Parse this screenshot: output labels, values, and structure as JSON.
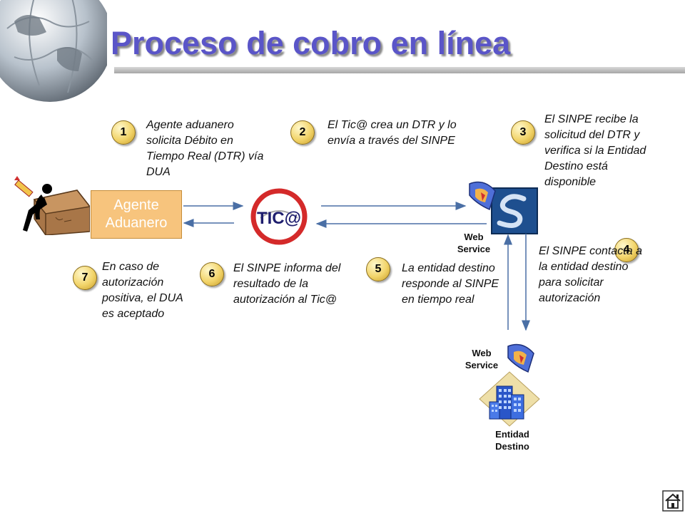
{
  "title": "Proceso de cobro en línea",
  "agente_box": "Agente\nAduanero",
  "steps": [
    {
      "n": "1",
      "text": "Agente aduanero solicita Débito en Tiempo Real (DTR) vía DUA"
    },
    {
      "n": "2",
      "text": "El Tic@ crea un DTR y lo envía a través del SINPE"
    },
    {
      "n": "3",
      "text": "El SINPE recibe la solicitud del DTR y verifica si la Entidad Destino está disponible"
    },
    {
      "n": "4",
      "text": "El SINPE contacta a la entidad destino para solicitar autorización"
    },
    {
      "n": "5",
      "text": "La entidad destino responde al SINPE en tiempo real"
    },
    {
      "n": "6",
      "text": "El SINPE informa del resultado de la autorización al Tic@"
    },
    {
      "n": "7",
      "text": "En caso de autorización positiva, el DUA es aceptado"
    }
  ],
  "labels": {
    "web_service_top": "Web\nService",
    "web_service_bottom": "Web\nService",
    "entidad_destino": "Entidad\nDestino",
    "tica_logo": "TIC@"
  },
  "colors": {
    "title": "#5a55c8",
    "badge": "#f2d46a",
    "agente_box": "#f7c47d",
    "arrow": "#4a6fa5",
    "sinpe_blue": "#1e4f8f",
    "tica_red": "#d42a2a"
  },
  "icons": [
    "globe-icon",
    "agent-package-icon",
    "tica-logo-icon",
    "web-service-icon",
    "sinpe-logo-icon",
    "building-icon",
    "home-icon"
  ]
}
